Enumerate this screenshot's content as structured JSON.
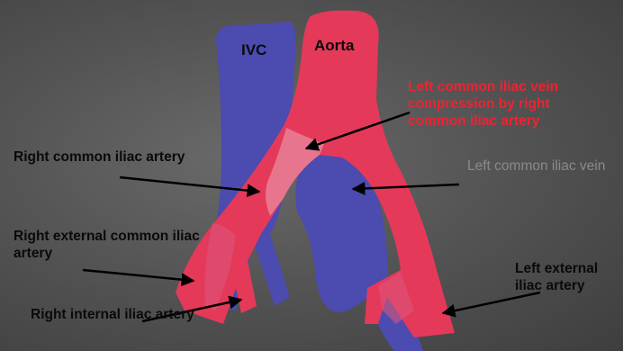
{
  "labels": {
    "ivc": "IVC",
    "aorta": "Aorta",
    "left_cil_vein_compression": "Left common iliac vein compression by right common iliac artery",
    "right_common_iliac_artery": "Right common iliac artery",
    "left_common_iliac_vein": "Left common iliac vein",
    "right_external_common_iliac_artery": "Right external common iliac artery",
    "right_internal_iliac_artery": "Right internal iliac artery",
    "left_external_iliac_artery": "Left external iliac artery"
  },
  "colors": {
    "artery": "#e5395a",
    "vein": "#4b4bb0",
    "highlight_text": "#ee2233",
    "arrow": "#000000"
  }
}
